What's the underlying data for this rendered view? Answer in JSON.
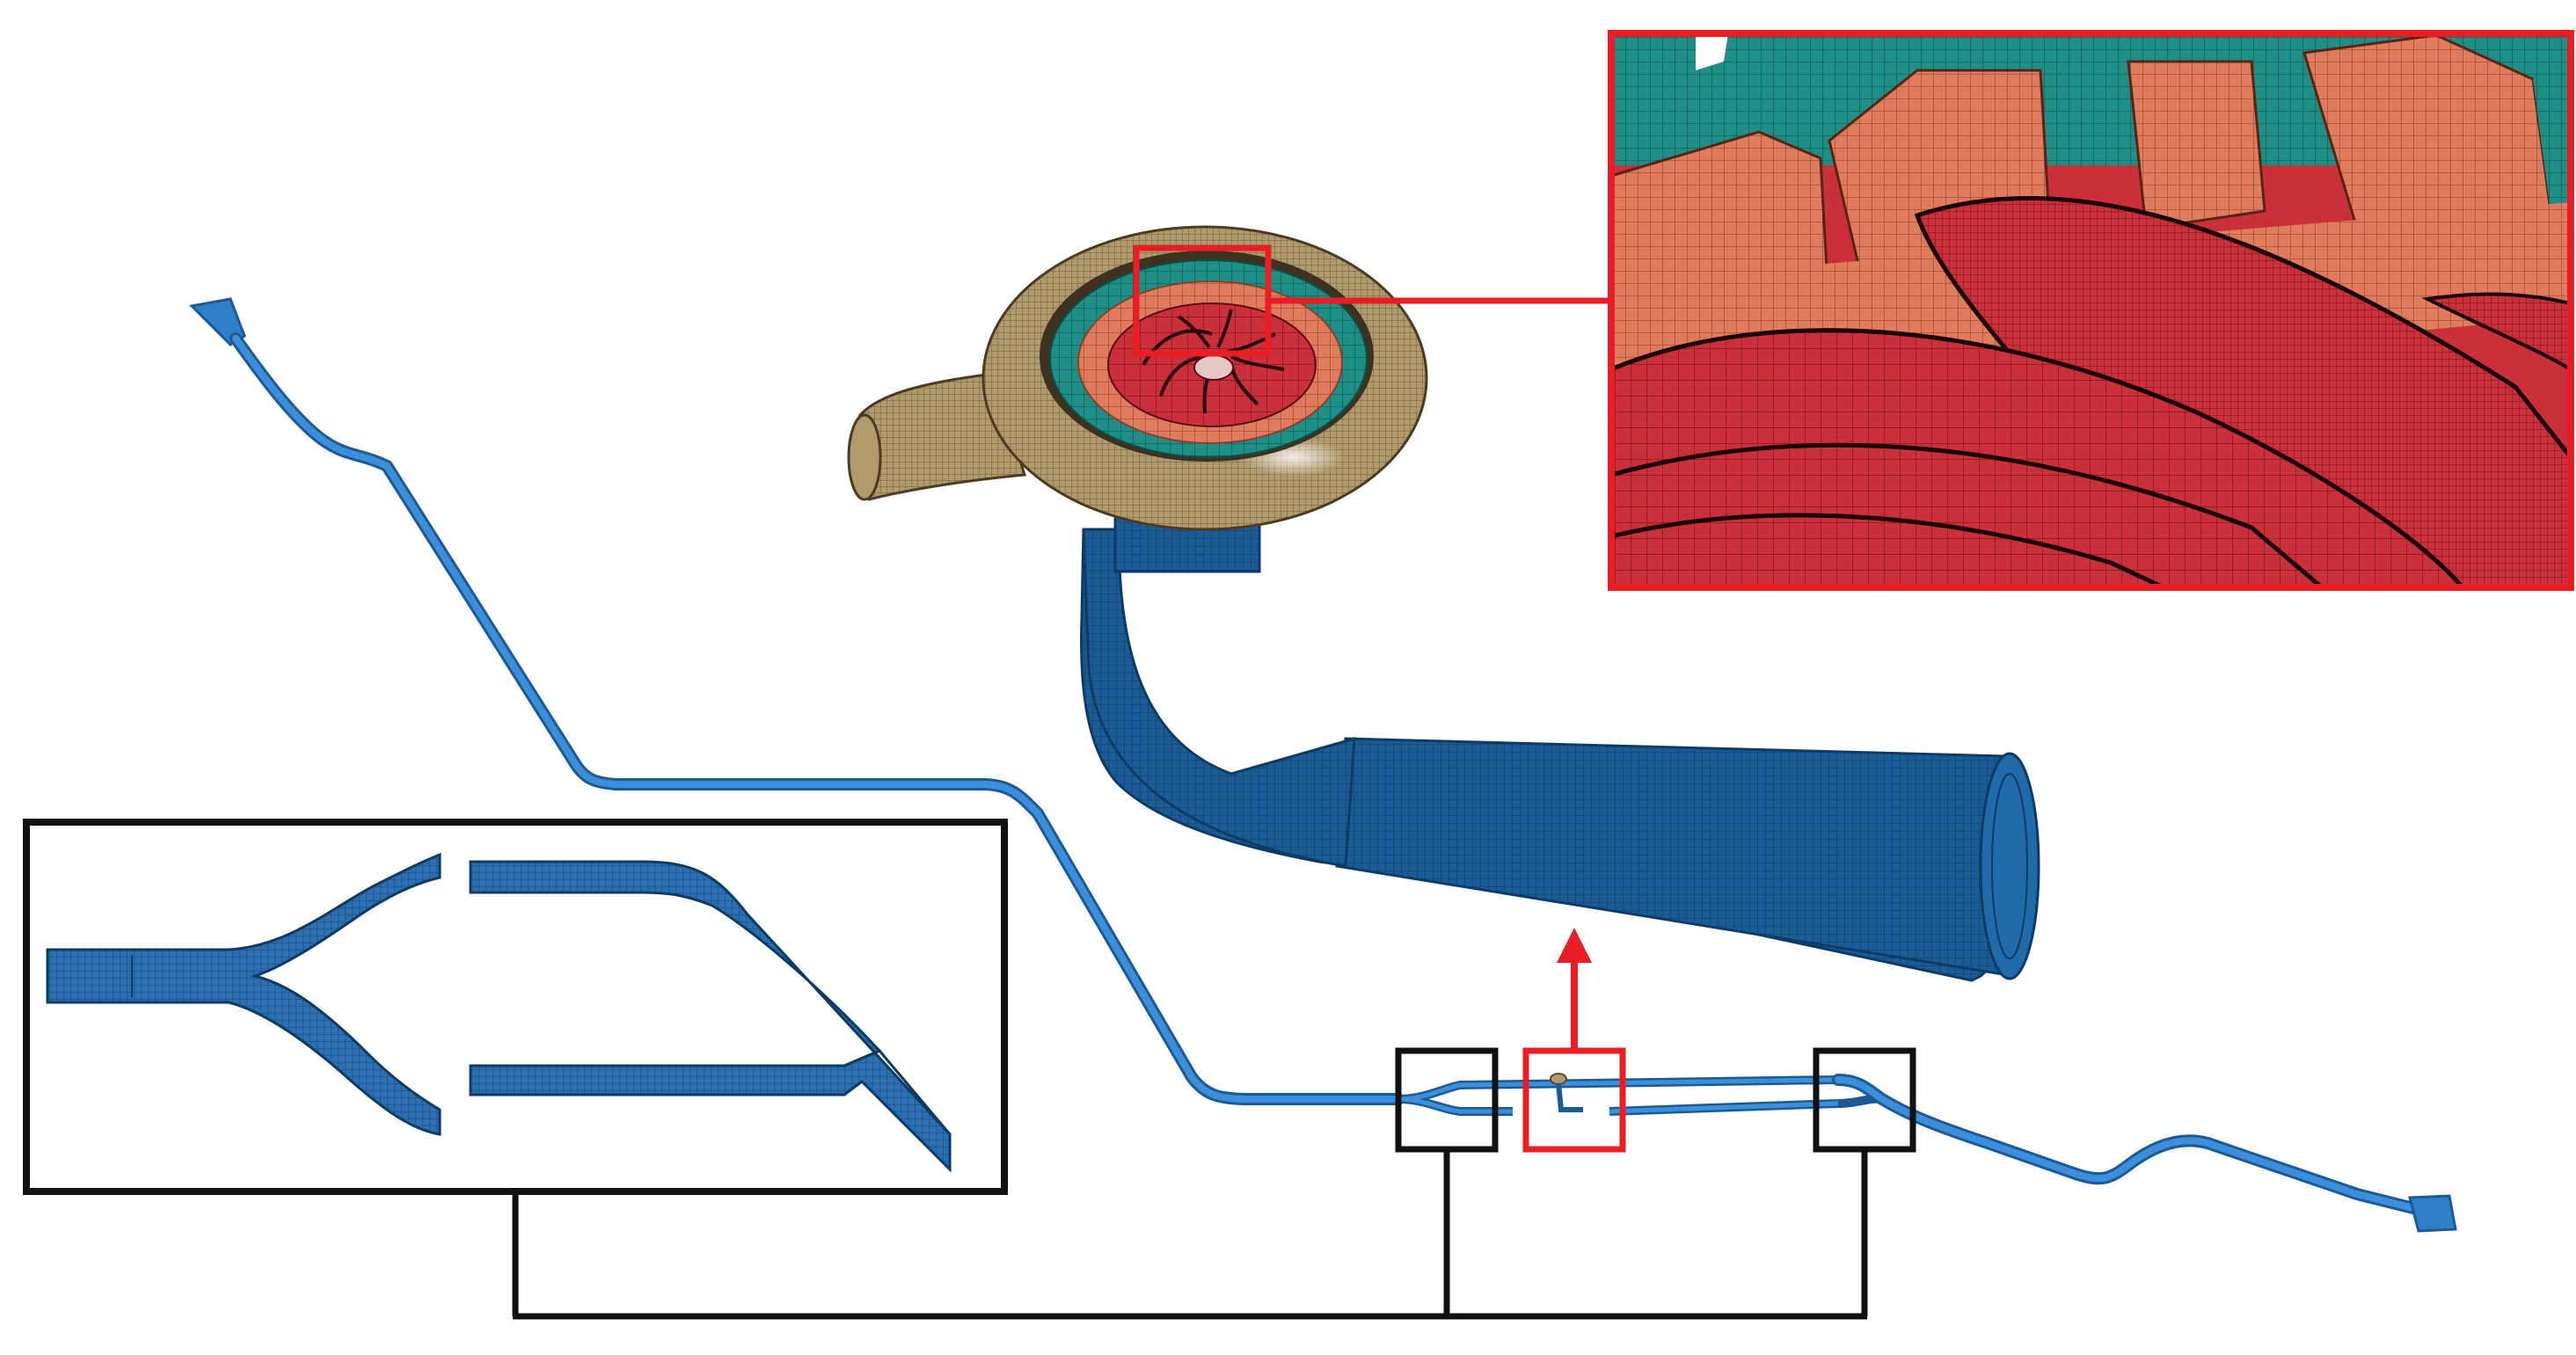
{
  "colors": {
    "background": "#ffffff",
    "pipeline": "#2f7fc8",
    "pipeline_dark": "#1c5a96",
    "draft_tube": "#1b5c97",
    "spiral_casing": "#b19a6c",
    "stay_vanes": "#1e8f84",
    "guide_vanes": "#e07b5e",
    "runner": "#c9303a",
    "highlight_frame": "#ea1c24",
    "detail_frame": "#111111"
  },
  "components": {
    "upstream_reservoir": "reservoir-inlet",
    "pipeline": "penstock-pipeline",
    "turbine": "francis-turbine",
    "spiral_casing": "spiral-casing",
    "draft_tube": "draft-tube",
    "downstream_outlet": "tailrace-outlet",
    "junctions": [
      "bifurcation-junction",
      "confluence-junction"
    ]
  },
  "insets": {
    "turbine_mesh_zoom": "runner-and-guide-vane-mesh-detail",
    "junction_mesh_zoom": "pipe-junction-mesh-detail"
  }
}
